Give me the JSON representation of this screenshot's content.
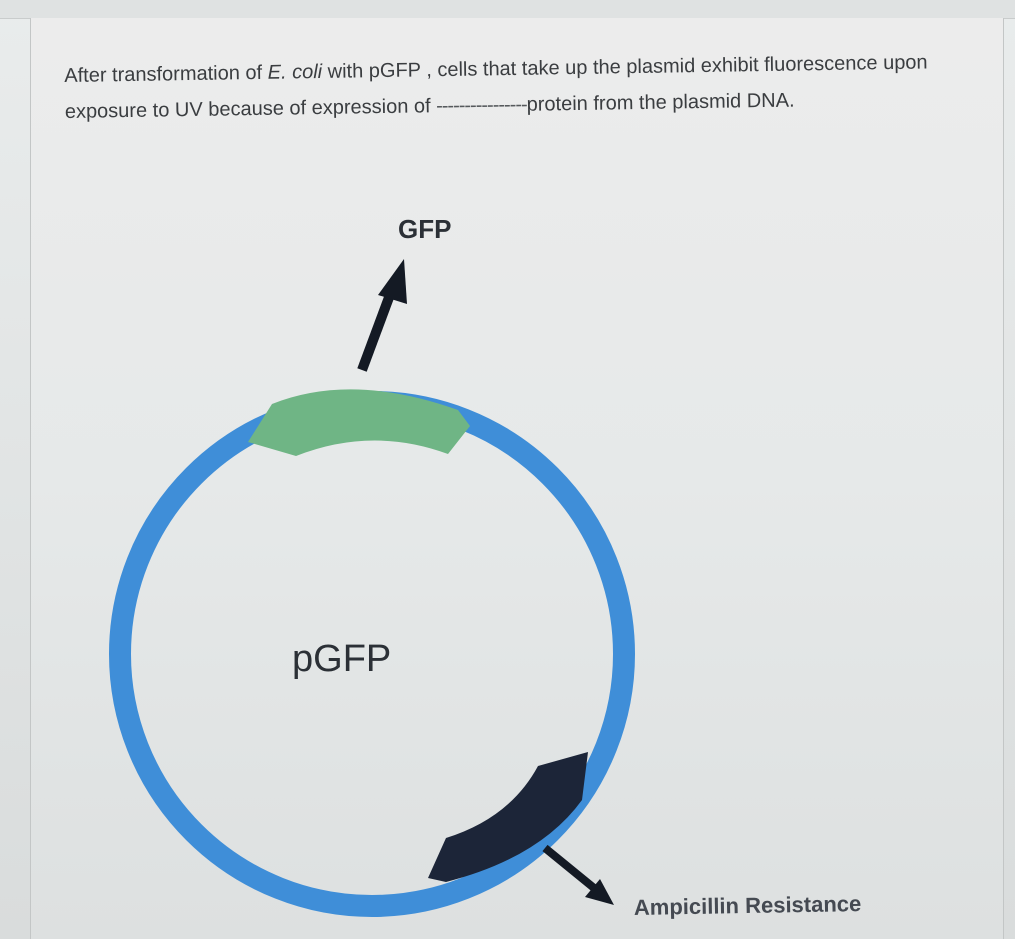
{
  "question": {
    "part1": "After transformation of ",
    "species": "E. coli",
    "part2": " with pGFP , cells that take up the plasmid exhibit fluorescence upon exposure to UV because of expression of ",
    "blank": "----------------",
    "part3": "protein from the plasmid DNA."
  },
  "diagram": {
    "plasmid_label": "pGFP",
    "gene_labels": {
      "gfp": "GFP",
      "amp": "Ampicillin Resistance"
    },
    "colors": {
      "plasmid_ring": "#3f8ed8",
      "gfp_segment": "#6fb585",
      "amp_segment": "#1c2538",
      "arrows": "#141a24"
    }
  }
}
